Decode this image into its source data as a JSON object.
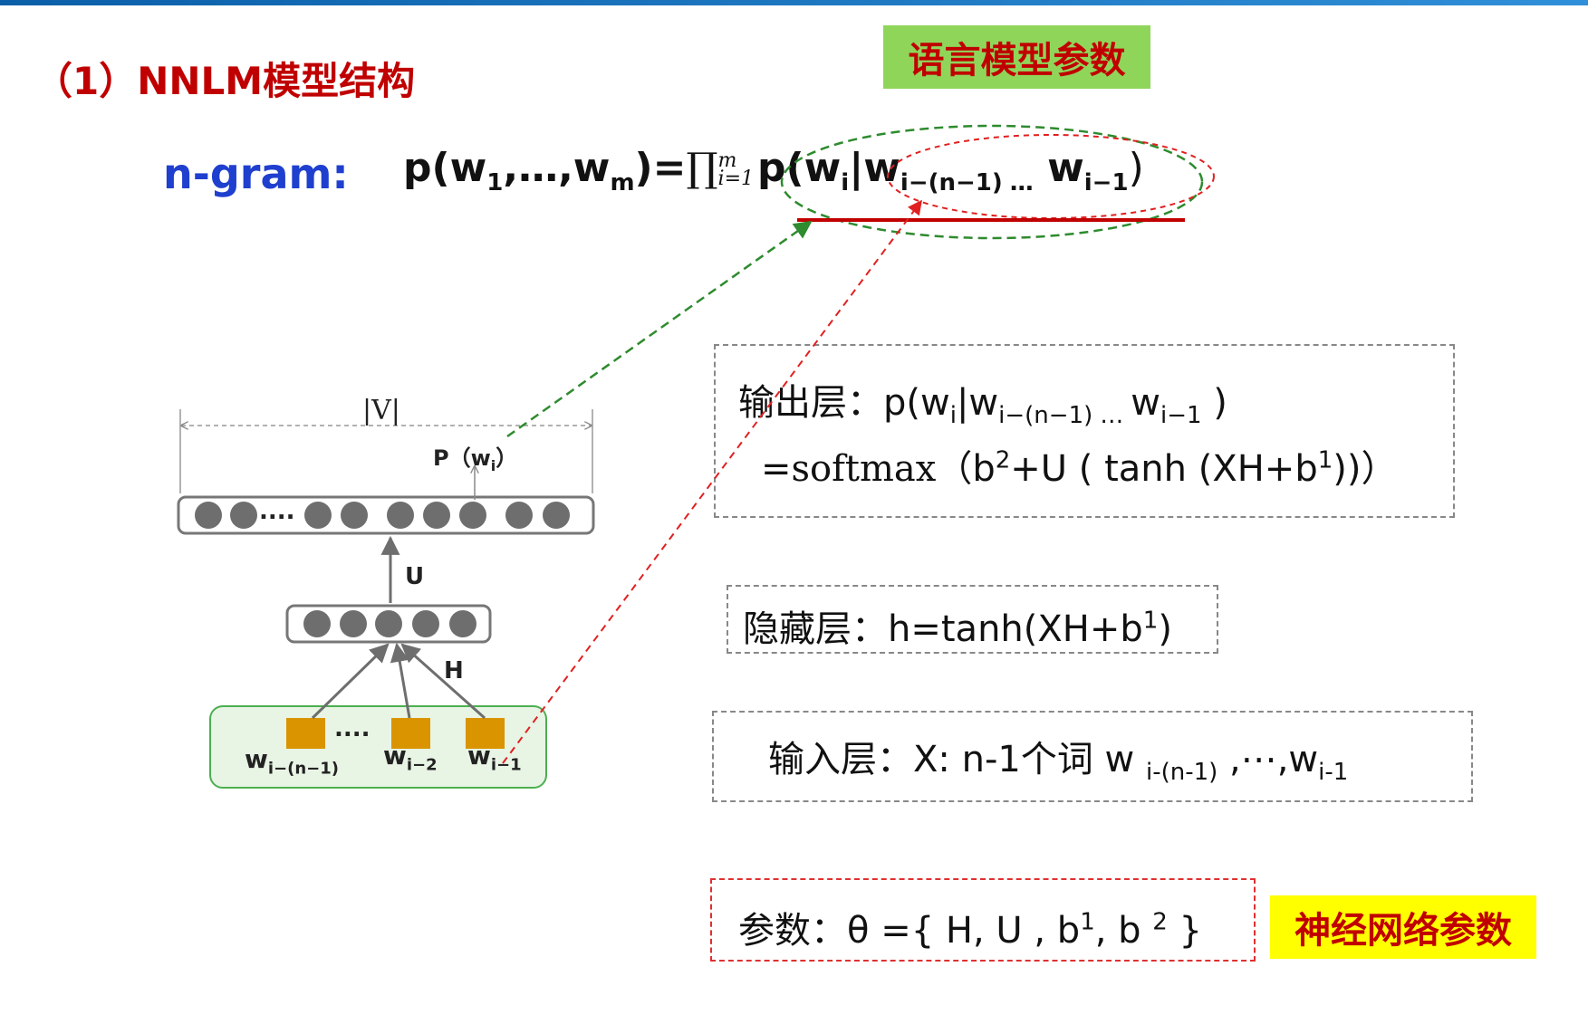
{
  "title": "（1）NNLM模型结构",
  "tags": {
    "language_model_params": "语言模型参数",
    "neural_net_params": "神经网络参数"
  },
  "ngram": {
    "label": "n-gram:",
    "lhs": "p(w",
    "lhs_sub1": "1",
    "lhs_mid": ",…,w",
    "lhs_subm": "m",
    "lhs_end": ")",
    "equals": "=",
    "prod": "∏",
    "prod_upper": "m",
    "prod_lower": "i=1",
    "rhs": "p(w",
    "rhs_sub_i": "i",
    "rhs_bar": "|w",
    "rhs_sub_n": "i−(n−1)",
    "rhs_dots": "…",
    "rhs_w": "w",
    "rhs_sub_i1": "i−1",
    "rhs_end": ")"
  },
  "output_layer": {
    "label": "输出层：",
    "expr_p": "p(w",
    "expr_sub_i": "i",
    "expr_bar": "|w",
    "expr_sub_n": "i−(n−1)",
    "expr_dots": "…",
    "expr_w": "w",
    "expr_sub_i1": "i−1",
    "expr_end": ")",
    "line2_eq": "=",
    "line2_softmax": "softmax",
    "line2_open": "（",
    "line2_b": "b",
    "line2_sup2": "2",
    "line2_mid": "+U ( tanh (XH+b",
    "line2_sup1": "1",
    "line2_end": "))",
    "line2_close": "）"
  },
  "hidden_layer": {
    "label": "隐藏层：",
    "expr": "h=tanh(XH+b",
    "sup": "1",
    "end": ")"
  },
  "input_layer": {
    "label": "输入层：",
    "expr": "X: n-1个词 w",
    "sub1": "i-(n-1)",
    "mid": " ,⋯,w",
    "sub2": "i-1"
  },
  "params": {
    "label": "参数：",
    "expr": "θ ={ H, U , b",
    "sup1": "1",
    "mid": ", b",
    "sup2": "2",
    "end": "}"
  },
  "diagram": {
    "v_label": "|V|",
    "p_label": "P（w",
    "p_sub": "i",
    "p_end": "）",
    "u_label": "U",
    "h_label": "H",
    "output_dots": "....",
    "hidden_dots": "",
    "input_dots": "....",
    "inputs": [
      {
        "w": "w",
        "sub": "i−(n−1)"
      },
      {
        "w": "w",
        "sub": "i−2"
      },
      {
        "w": "w",
        "sub": "i−1"
      }
    ]
  },
  "colors": {
    "title_red": "#c00000",
    "ngram_blue": "#1f3fcf",
    "tag_green": "#8fd55a",
    "tag_yellow": "#ffff00",
    "node_gray": "#6e6e6e",
    "input_orange": "#d99400",
    "input_box_fill": "#e8f4e4",
    "input_box_border": "#4caf50",
    "arrow_green": "#2e8b2e",
    "arrow_red": "#e02020",
    "underline_red": "#c00000"
  }
}
